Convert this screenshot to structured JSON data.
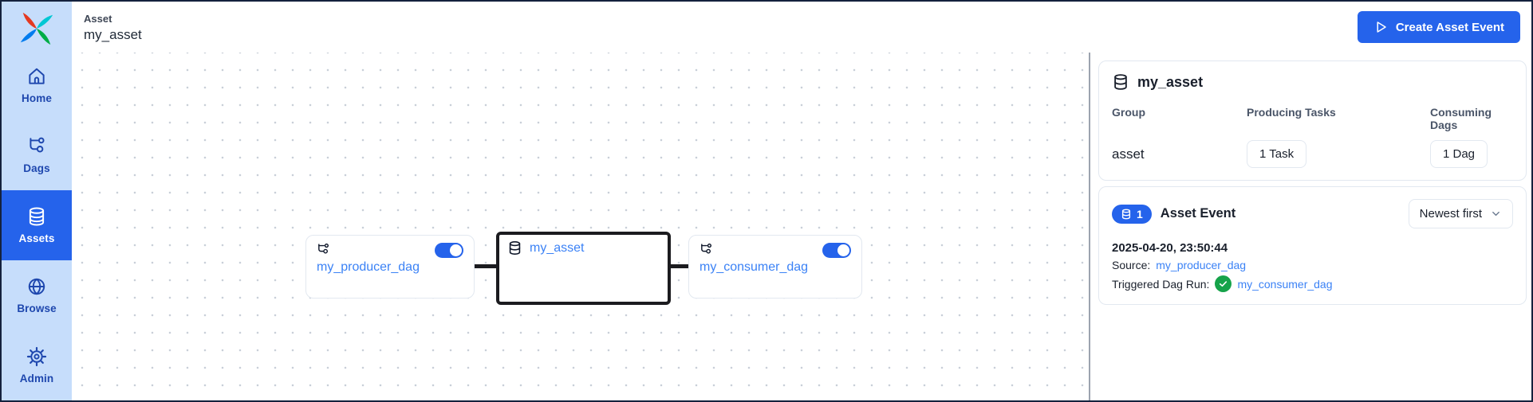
{
  "sidebar": {
    "items": [
      {
        "label": "Home",
        "icon": "home-icon",
        "active": false
      },
      {
        "label": "Dags",
        "icon": "dag-icon",
        "active": false
      },
      {
        "label": "Assets",
        "icon": "database-icon",
        "active": true
      },
      {
        "label": "Browse",
        "icon": "globe-icon",
        "active": false
      },
      {
        "label": "Admin",
        "icon": "gear-icon",
        "active": false
      }
    ]
  },
  "header": {
    "section": "Asset",
    "title": "my_asset",
    "create_button_label": "Create Asset Event"
  },
  "graph": {
    "nodes": [
      {
        "label": "my_producer_dag",
        "type": "dag",
        "toggle_on": true
      },
      {
        "label": "my_asset",
        "type": "asset",
        "selected": true
      },
      {
        "label": "my_consumer_dag",
        "type": "dag",
        "toggle_on": true
      }
    ]
  },
  "panel": {
    "asset_card": {
      "title": "my_asset",
      "fields": [
        {
          "label": "Group",
          "value": "asset",
          "kind": "text"
        },
        {
          "label": "Producing Tasks",
          "value": "1 Task",
          "kind": "button"
        },
        {
          "label": "Consuming Dags",
          "value": "1 Dag",
          "kind": "button"
        }
      ]
    },
    "event_card": {
      "badge_count": "1",
      "title": "Asset Event",
      "sort_value": "Newest first",
      "events": [
        {
          "timestamp": "2025-04-20, 23:50:44",
          "source_label": "Source:",
          "source_link": "my_producer_dag",
          "run_label": "Triggered Dag Run:",
          "run_status": "success",
          "run_link": "my_consumer_dag"
        }
      ]
    }
  },
  "colors": {
    "accent": "#2563eb",
    "link": "#3b82f6",
    "success": "#16a34a",
    "sidebar_bg": "#c6ddfb",
    "sidebar_fg": "#1e47ae",
    "edge": "#1b1b1f"
  }
}
